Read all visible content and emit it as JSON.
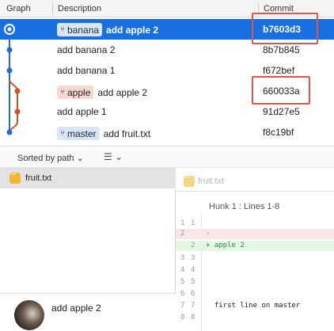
{
  "header": {
    "graph": "Graph",
    "description": "Description",
    "commit": "Commit"
  },
  "colors": {
    "branch_blue": "#1a6fe0",
    "branch_orange": "#d2521e",
    "highlight_red": "#e0574a"
  },
  "commits": [
    {
      "branch": "banana",
      "message": "add apple 2",
      "hash": "b7603d3",
      "selected": true,
      "highlighted": true
    },
    {
      "branch": "",
      "message": "add banana 2",
      "hash": "8b7b845"
    },
    {
      "branch": "",
      "message": "add banana 1",
      "hash": "f672bef"
    },
    {
      "branch": "apple",
      "message": "add apple 2",
      "hash": "660033a",
      "highlighted": true
    },
    {
      "branch": "",
      "message": "add apple 1",
      "hash": "91d27e5"
    },
    {
      "branch": "master",
      "message": "add fruit.txt",
      "hash": "f8c19bf"
    }
  ],
  "toolbar": {
    "sort_label": "Sorted by path",
    "sort_chevron": "chevron-down-icon",
    "view_icon": "list-icon"
  },
  "files": [
    {
      "name": "fruit.txt",
      "icon": "text-file-icon"
    }
  ],
  "diff": {
    "file": "fruit.txt",
    "hunk": "Hunk 1 : Lines 1-8",
    "lines": [
      {
        "old": "1",
        "new": "1",
        "type": "ctx",
        "text": ""
      },
      {
        "old": "2",
        "new": "",
        "type": "del",
        "text": "-"
      },
      {
        "old": "",
        "new": "2",
        "type": "add",
        "text": "+ apple 2"
      },
      {
        "old": "3",
        "new": "3",
        "type": "ctx",
        "text": ""
      },
      {
        "old": "4",
        "new": "4",
        "type": "ctx",
        "text": ""
      },
      {
        "old": "5",
        "new": "5",
        "type": "ctx",
        "text": ""
      },
      {
        "old": "6",
        "new": "6",
        "type": "ctx",
        "text": ""
      },
      {
        "old": "7",
        "new": "7",
        "type": "ctx",
        "text": "  first line on master"
      },
      {
        "old": "8",
        "new": "8",
        "type": "ctx",
        "text": ""
      }
    ]
  },
  "commit_detail": {
    "message": "add apple 2",
    "avatar": "user-avatar"
  }
}
